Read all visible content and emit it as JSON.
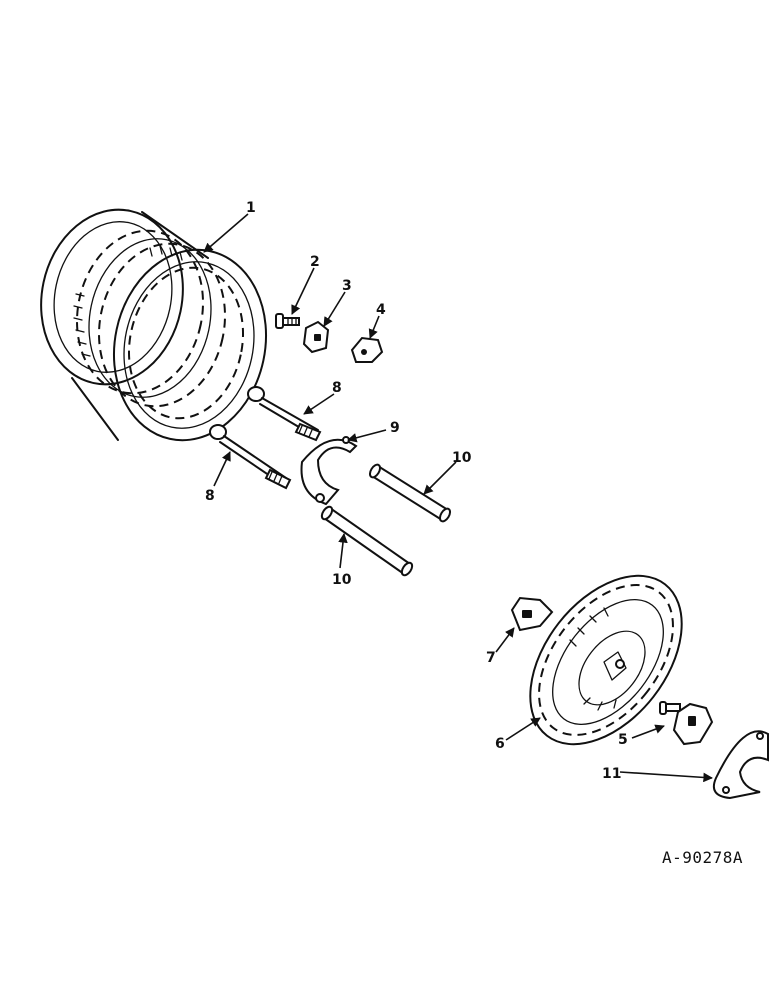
{
  "callouts": {
    "wheel_rim": "1",
    "bolt": "2",
    "clamp_a": "3",
    "clamp_b": "4",
    "clamp_disc": "5",
    "disc_wheel": "6",
    "clamp_c": "7",
    "long_bolt_upper": "8",
    "long_bolt_lower": "8",
    "spacer_plate": "9",
    "sleeve_right": "10",
    "sleeve_left": "10",
    "plate_small": "11"
  },
  "figure_code": "A-90278A"
}
